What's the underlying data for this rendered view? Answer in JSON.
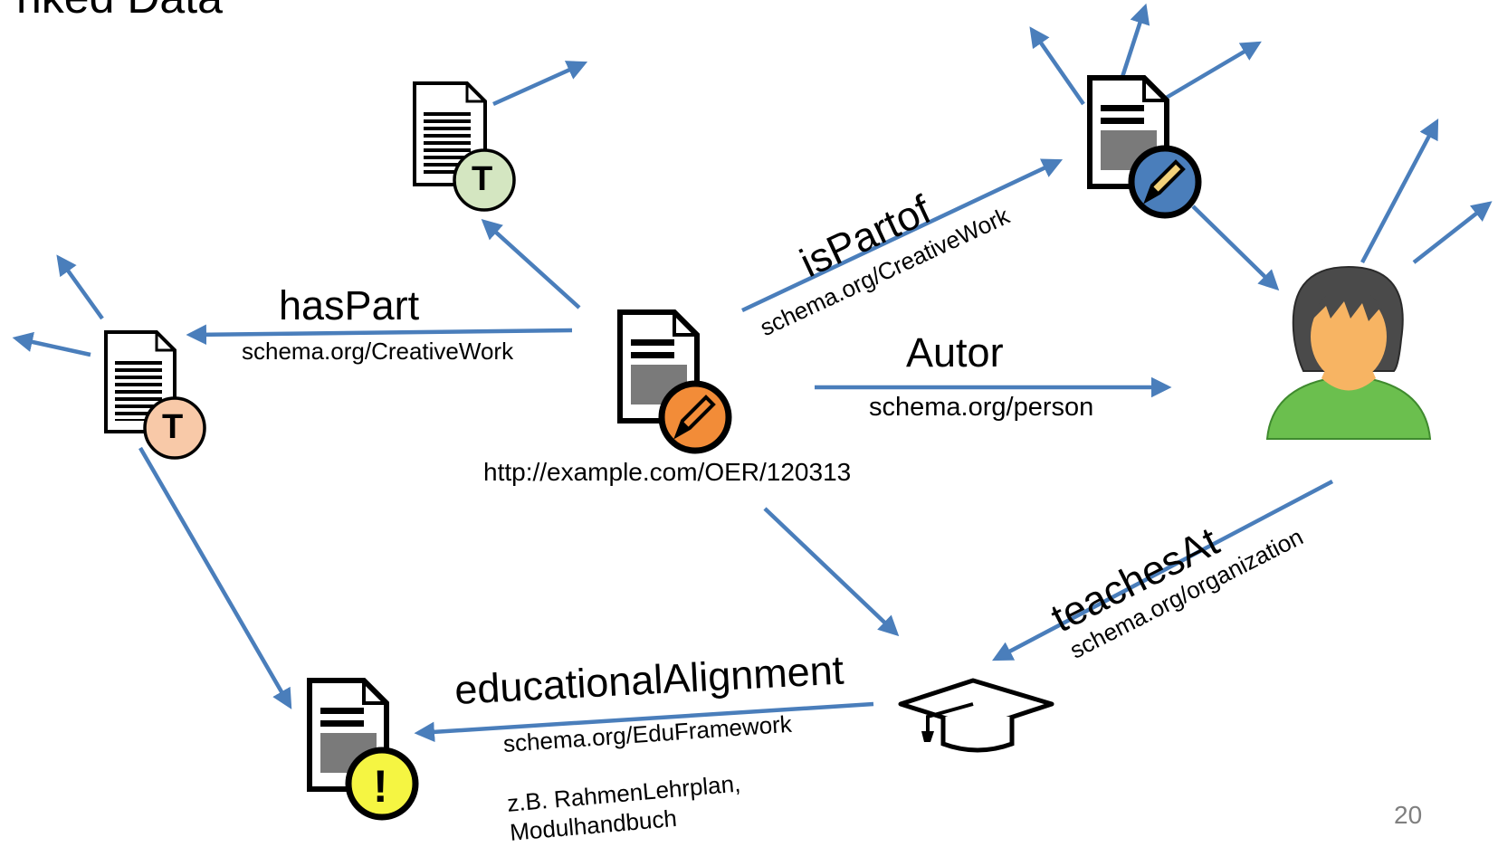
{
  "title_fragment": "nked Data",
  "center_uri": "http://example.com/OER/120313",
  "relations": {
    "hasPart": {
      "label": "hasPart",
      "schema": "schema.org/CreativeWork"
    },
    "isPartof": {
      "label": "isPartof",
      "schema": "schema.org/CreativeWork"
    },
    "autor": {
      "label": "Autor",
      "schema": "schema.org/person"
    },
    "teachesAt": {
      "label": "teachesAt",
      "schema": "schema.org/organization"
    },
    "educationalAlignment": {
      "label": "educationalAlignment",
      "schema": "schema.org/EduFramework"
    }
  },
  "note_line1": "z.B. RahmenLehrplan,",
  "note_line2": "Modulhandbuch",
  "badges": {
    "text_top": "T",
    "text_left": "T",
    "alert": "!"
  },
  "page_number": "20",
  "colors": {
    "arrow": "#4a7ebb",
    "badge_text_top": "#d4e6c1",
    "badge_text_left": "#f8c9a8",
    "badge_edit_center": "#f28c38",
    "badge_edit_top": "#4a7ebb",
    "badge_alert": "#f5f542",
    "person_shirt": "#6bbf4e",
    "person_skin": "#f7b463",
    "person_hair": "#4a4a4a"
  }
}
